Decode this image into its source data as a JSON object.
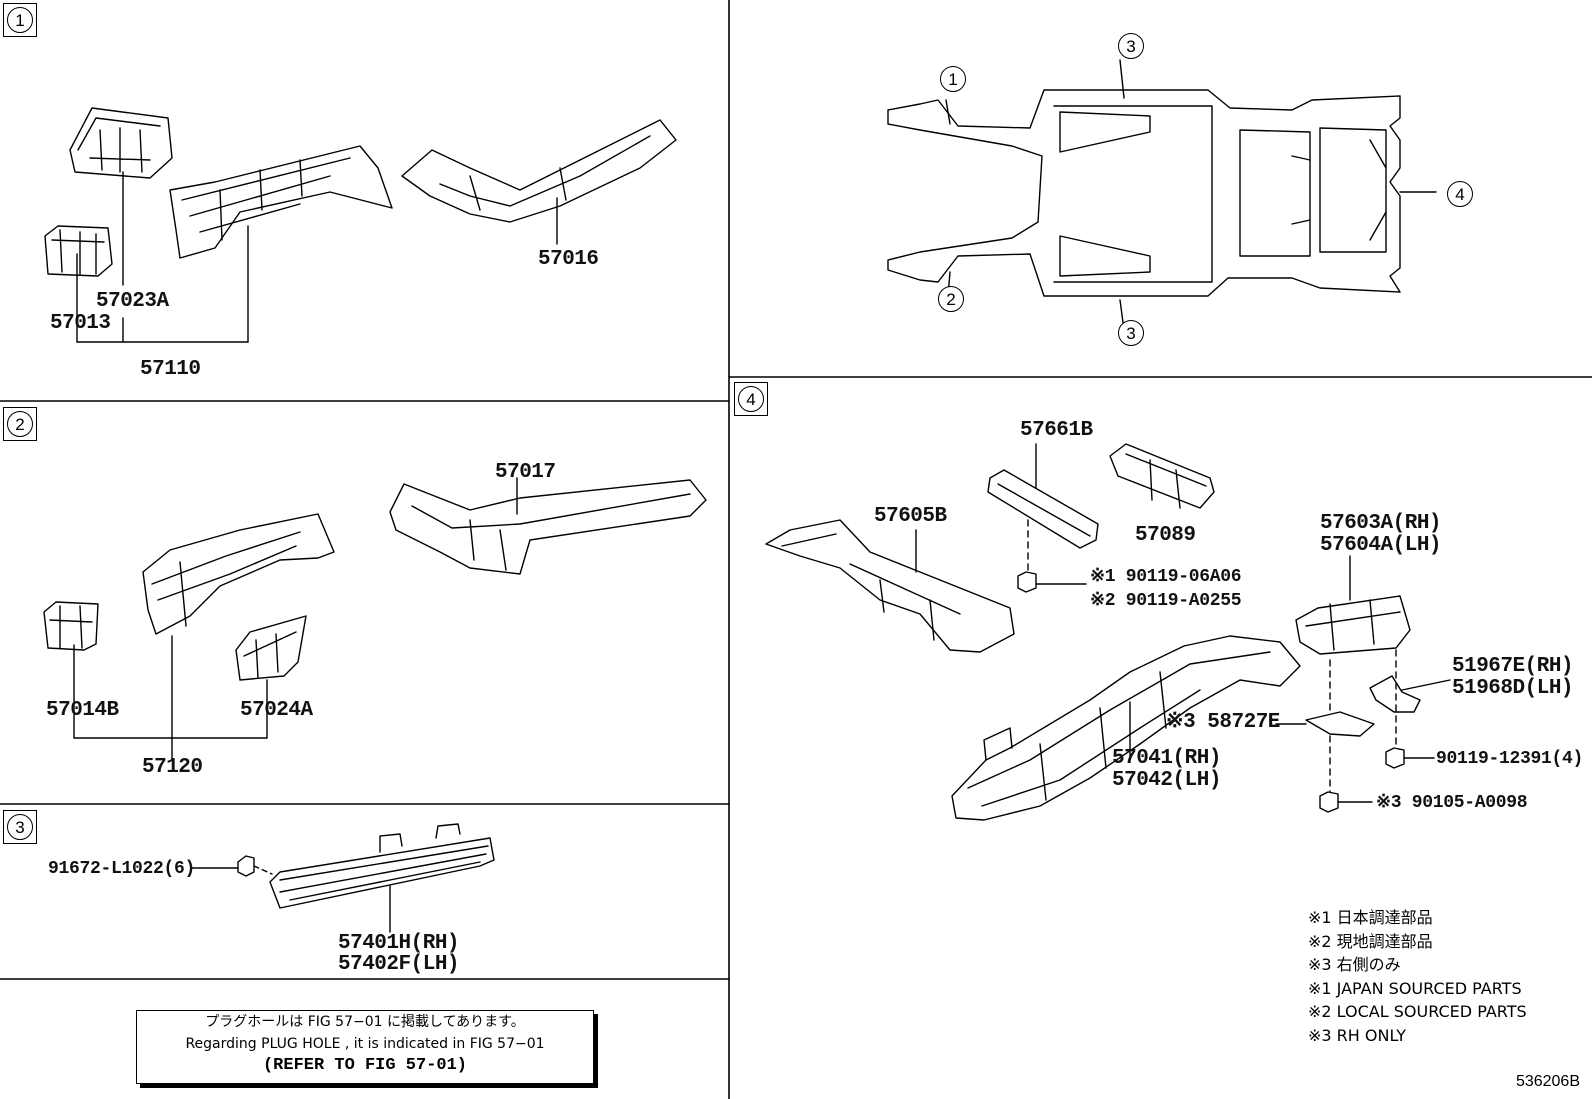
{
  "sections": [
    {
      "id": "1",
      "label": "1"
    },
    {
      "id": "2",
      "label": "2"
    },
    {
      "id": "3",
      "label": "3"
    },
    {
      "id": "4",
      "label": "4"
    }
  ],
  "overview": {
    "callouts": [
      "1",
      "2",
      "3",
      "3",
      "4"
    ]
  },
  "section1": {
    "parts": [
      "57016",
      "57023A",
      "57013",
      "57110"
    ]
  },
  "section2": {
    "parts": [
      "57017",
      "57014B",
      "57024A",
      "57120"
    ]
  },
  "section3": {
    "parts": [
      "91672-L1022(6)",
      "57401H(RH)",
      "57402F(LH)"
    ]
  },
  "section4": {
    "parts": [
      "57661B",
      "57089",
      "57605B",
      "※1 90119-06A06",
      "※2 90119-A0255",
      "57603A(RH)",
      "57604A(LH)",
      "51967E(RH)",
      "51968D(LH)",
      "※3 58727E",
      "90119-12391(4)",
      "57041(RH)",
      "57042(LH)",
      "※3 90105-A0098"
    ]
  },
  "note": {
    "line1": "プラグホールは FIG 57−01 に掲載してあります。",
    "line2": "Regarding  PLUG  HOLE , it is indicated in  FIG  57−01",
    "line3": "(REFER TO FIG 57-01)"
  },
  "legend": [
    "※1 日本調達部品",
    "※2 現地調達部品",
    "※3 右側のみ",
    "※1 JAPAN SOURCED PARTS",
    "※2 LOCAL SOURCED PARTS",
    "※3 RH ONLY"
  ],
  "footer": {
    "code": "536206B"
  }
}
